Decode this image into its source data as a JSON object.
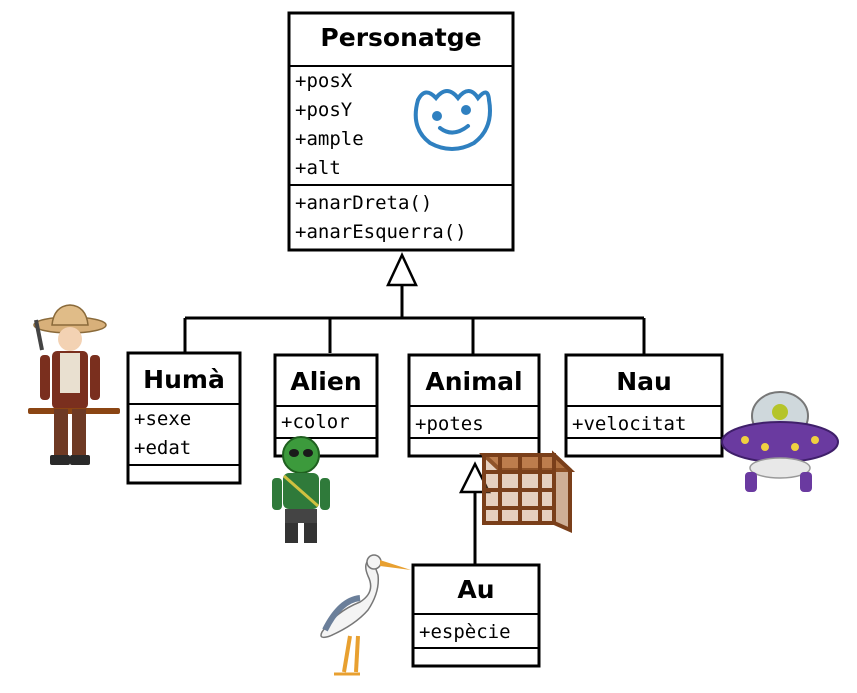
{
  "classes": {
    "personatge": {
      "name": "Personatge",
      "attributes": [
        "+posX",
        "+posY",
        "+ample",
        "+alt"
      ],
      "methods": [
        "+anarDreta()",
        "+anarEsquerra()"
      ]
    },
    "huma": {
      "name": "Humà",
      "attributes": [
        "+sexe",
        "+edat"
      ]
    },
    "alien": {
      "name": "Alien",
      "attributes": [
        "+color"
      ]
    },
    "animal": {
      "name": "Animal",
      "attributes": [
        "+potes"
      ]
    },
    "nau": {
      "name": "Nau",
      "attributes": [
        "+velocitat"
      ]
    },
    "au": {
      "name": "Au",
      "attributes": [
        "+espècie"
      ]
    }
  },
  "colors": {
    "logo": "#2f80c0",
    "cowboy_hat": "#d8b07a",
    "cowboy_coat": "#7a2f1e",
    "alien_green": "#3c9a3c",
    "crate": "#a0522d",
    "ufo_purple": "#6a3aa0",
    "heron_beak": "#e8a030"
  }
}
